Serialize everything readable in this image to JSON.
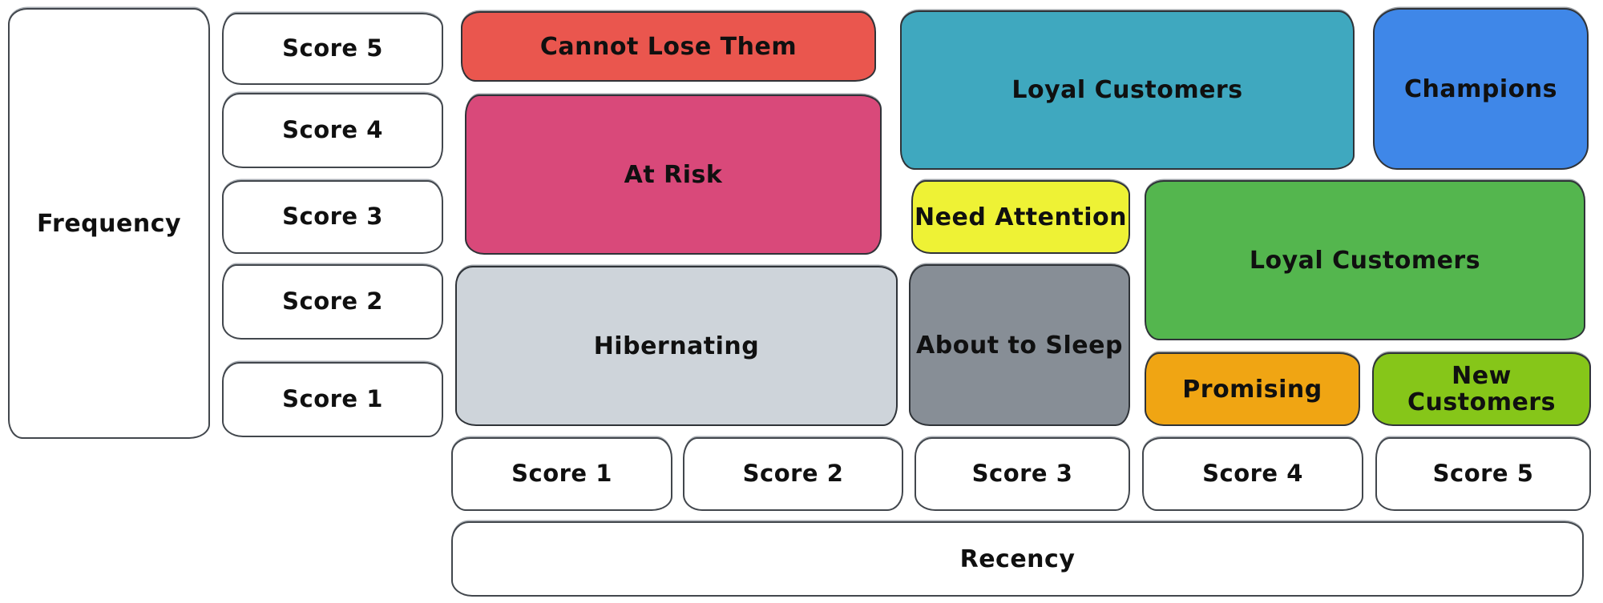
{
  "axes": {
    "frequency": {
      "label": "Frequency",
      "scores": [
        "Score 5",
        "Score 4",
        "Score 3",
        "Score 2",
        "Score 1"
      ]
    },
    "recency": {
      "label": "Recency",
      "scores": [
        "Score 1",
        "Score 2",
        "Score 3",
        "Score 4",
        "Score 5"
      ]
    }
  },
  "segments": {
    "cannot_lose_them": {
      "label": "Cannot Lose Them",
      "color": "#ea564e"
    },
    "at_risk": {
      "label": "At Risk",
      "color": "#d9497a"
    },
    "hibernating": {
      "label": "Hibernating",
      "color": "#ced4da"
    },
    "loyal_customers_top": {
      "label": "Loyal Customers",
      "color": "#3fa8bf"
    },
    "champions": {
      "label": "Champions",
      "color": "#3f87e8"
    },
    "need_attention": {
      "label": "Need Attention",
      "color": "#eef235"
    },
    "about_to_sleep": {
      "label": "About to Sleep",
      "color": "#878e96"
    },
    "potential_loyal_customers": {
      "label": "Loyal Customers",
      "color": "#54b64e"
    },
    "promising": {
      "label": "Promising",
      "color": "#f0a513"
    },
    "new_customers": {
      "label": "New Customers",
      "color": "#86c619"
    }
  },
  "canvas": {
    "background": "#ffffff",
    "stroke": "#2f3338",
    "text_color": "#101010"
  }
}
